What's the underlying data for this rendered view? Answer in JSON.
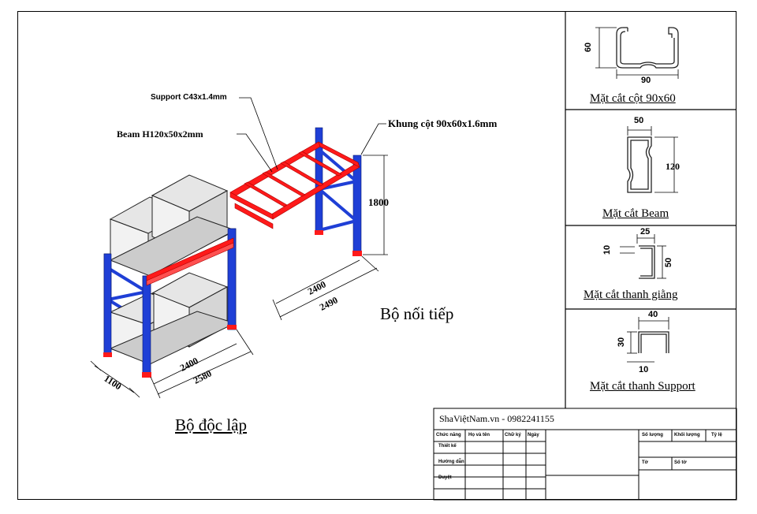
{
  "labels": {
    "support": "Support C43x1.4mm",
    "beam": "Beam H120x50x2mm",
    "khung": "Khung cột 90x60x1.6mm",
    "height_1800": "1800",
    "dim_2400_a": "2400",
    "dim_2490": "2490",
    "dim_2400_b": "2400",
    "dim_2580": "2580",
    "dim_1100": "1100",
    "bo_noi_tiep": "Bộ nối tiếp",
    "bo_doc_lap": "Bộ độc lập"
  },
  "sections": [
    {
      "title": "Mặt cắt cột 90x60",
      "dims": [
        "60",
        "90"
      ]
    },
    {
      "title": "Mặt cắt Beam",
      "dims": [
        "50",
        "120"
      ]
    },
    {
      "title": "Mặt cắt thanh giằng",
      "dims": [
        "25",
        "10",
        "50"
      ]
    },
    {
      "title": "Mặt cắt thanh Support",
      "dims": [
        "40",
        "30",
        "10"
      ]
    }
  ],
  "title_block": {
    "company": "ShaViệtNam.vn - 0982241155",
    "headers": [
      "Chức năng",
      "Họ và tên",
      "Chữ ký",
      "Ngày"
    ],
    "rows": [
      "Thiết kế",
      "Hướng dẫn",
      "Duyệt"
    ],
    "right": [
      "Số lượng",
      "Khối lượng",
      "Tỷ lệ",
      "Tờ",
      "Số tờ"
    ]
  },
  "colors": {
    "upright": "#1f3fd6",
    "beam": "#ff1a1a",
    "foot": "#ff1a1a",
    "line": "#000000"
  }
}
